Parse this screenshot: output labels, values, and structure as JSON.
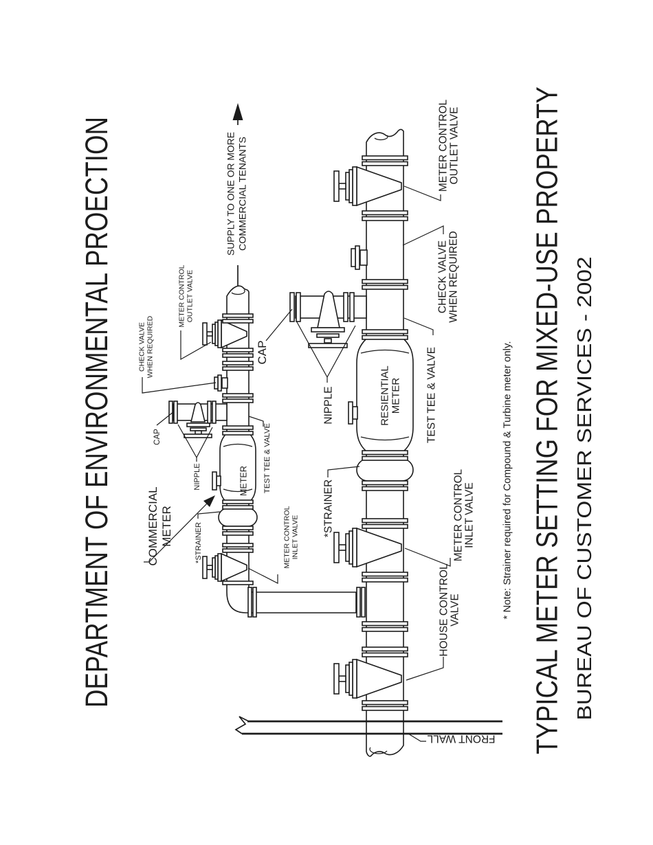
{
  "titles": {
    "left": "DEPARTMENT OF ENVIRONMENTAL PROECTION",
    "right": "TYPICAL METER SETTING FOR MIXED-USE PROPERTY",
    "right_sub": "BUREAU OF CUSTOMER SERVICES - 2002"
  },
  "note": "* Note: Strainer required for Compound & Turbine meter only.",
  "supply_label": {
    "line1": "SUPPLY TO ONE OR MORE",
    "line2": "COMMERCIAL TENANTS"
  },
  "commercial_setting": {
    "title_line1": "COMMERCIAL",
    "title_line2": "METER",
    "check_valve_line1": "CHECK VALVE",
    "check_valve_line2": "WHEN REQUIRED",
    "outlet_valve_line1": "METER CONTROL",
    "outlet_valve_line2": "OUTLET VALVE",
    "cap": "CAP",
    "nipple": "NIPPLE",
    "meter": "METER",
    "test_tee": "TEST TEE & VALVE",
    "strainer": "*STRAINER",
    "inlet_valve_line1": "METER CONTROL",
    "inlet_valve_line2": "INLET VALVE"
  },
  "residential_setting": {
    "outlet_valve_line1": "METER CONTROL",
    "outlet_valve_line2": "OUTLET VALVE",
    "check_valve_line1": "CHECK VALVE",
    "check_valve_line2": "WHEN REQUIRED",
    "cap": "CAP",
    "nipple": "NIPPLE",
    "meter_line1": "RESIENTIAL",
    "meter_line2": "METER",
    "test_tee": "TEST TEE & VALVE",
    "strainer": "*STRAINER",
    "inlet_valve_line1": "METER CONTROL",
    "inlet_valve_line2": "INLET VALVE",
    "house_valve_line1": "HOUSE CONTROL",
    "house_valve_line2": "VALVE",
    "front_wall": "FRONT WALL"
  },
  "colors": {
    "ink": "#1c1c1c",
    "paper": "#ffffff"
  }
}
